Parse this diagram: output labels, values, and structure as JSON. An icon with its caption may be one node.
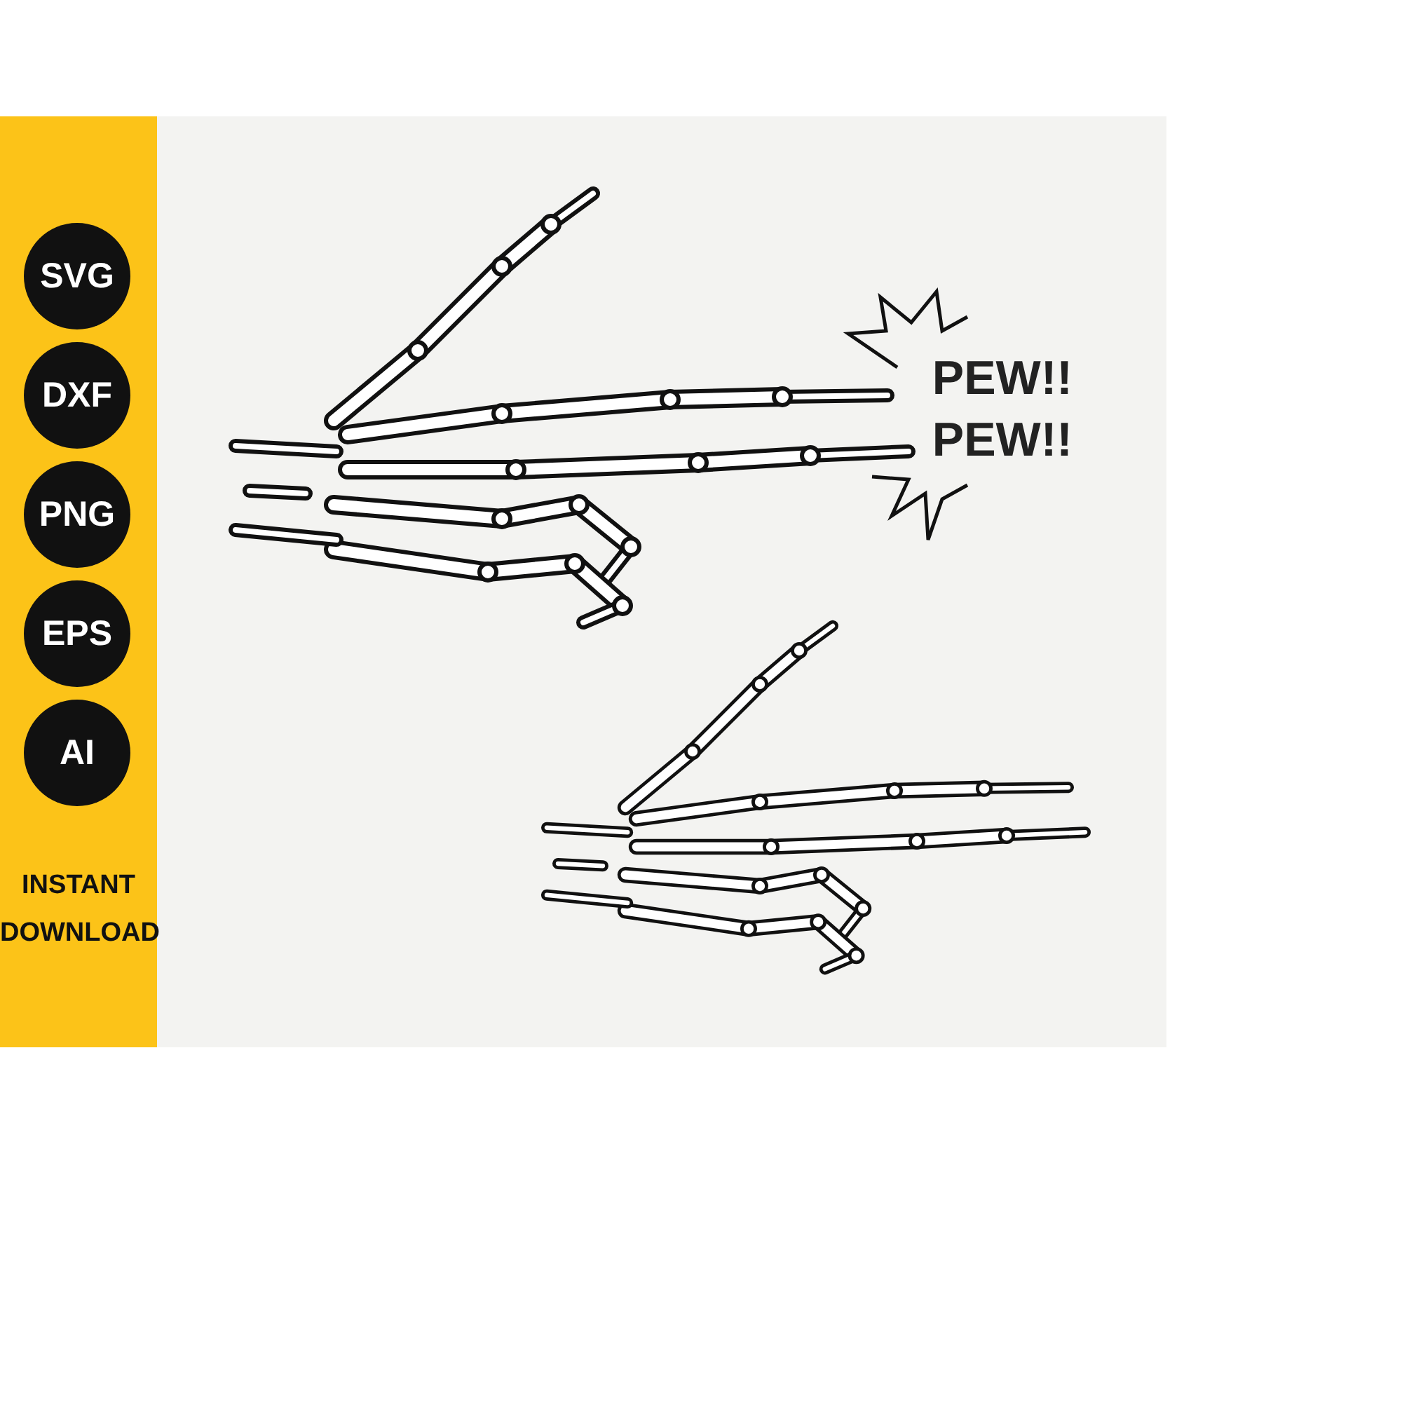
{
  "diagram": {
    "labels": [
      "SVG",
      "DXF",
      "PNG",
      "EPS",
      "AI",
      "INSTANT DOWNLOAD",
      "PEW!! PEW!!"
    ]
  }
}
